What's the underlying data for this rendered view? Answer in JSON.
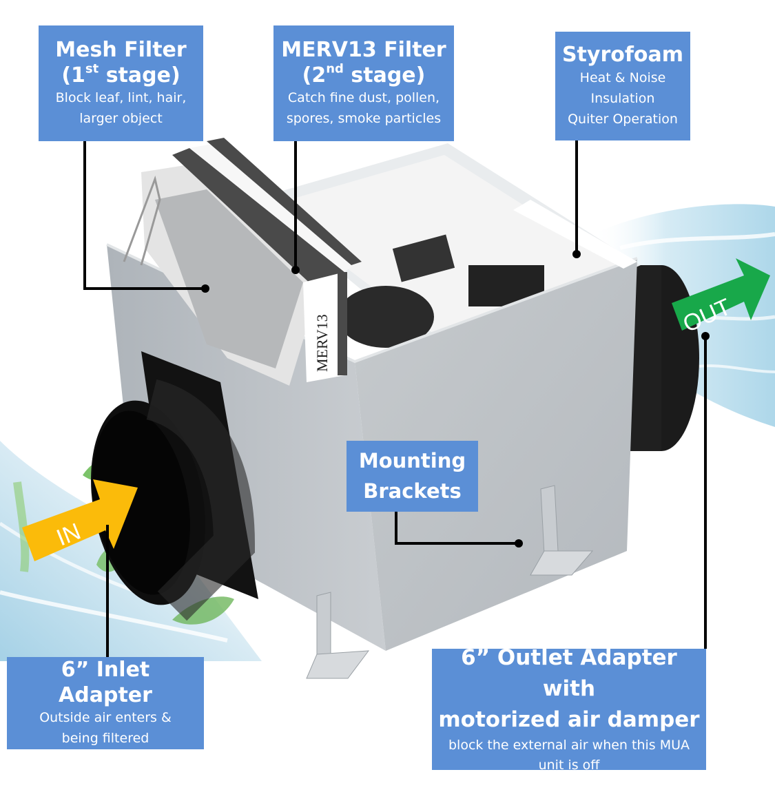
{
  "diagram": {
    "subject": "Make-up air (MUA) inline fan unit with two-stage filtration",
    "colors": {
      "callout_bg": "#5b8fd6",
      "callout_text": "#ffffff",
      "leader_line": "#000000",
      "in_arrow": "#fbbb0a",
      "out_arrow": "#18a84a",
      "housing": "#b9bec3",
      "duct": "#151515",
      "air_swirl": "#bfe0ef"
    }
  },
  "callouts": {
    "mesh_filter": {
      "title_line1": "Mesh Filter",
      "title_prefix": "(1",
      "title_sup": "st",
      "title_suffix": " stage)",
      "desc_line1": "Block leaf, lint, hair,",
      "desc_line2": "larger object"
    },
    "merv13_filter": {
      "title_line1": "MERV13 Filter",
      "title_prefix": "(2",
      "title_sup": "nd",
      "title_suffix": " stage)",
      "desc_line1": "Catch fine dust, pollen,",
      "desc_line2": "spores, smoke particles"
    },
    "styrofoam": {
      "title": "Styrofoam",
      "desc_line1": "Heat & Noise",
      "desc_line2": "Insulation",
      "desc_line3": "Quiter Operation"
    },
    "mounting_brackets": {
      "title_line1": "Mounting",
      "title_line2": "Brackets"
    },
    "inlet_adapter": {
      "title": "6” Inlet Adapter",
      "desc_line1": "Outside air enters &",
      "desc_line2": "being filtered"
    },
    "outlet_adapter": {
      "title_line1": "6” Outlet Adapter with",
      "title_line2": "motorized air damper",
      "desc_line1": "block the external air when this MUA",
      "desc_line2": "unit is off"
    }
  },
  "arrows": {
    "in": {
      "label": "IN",
      "color": "#fbbb0a"
    },
    "out": {
      "label": "OUT",
      "color": "#18a84a"
    }
  },
  "product_marking": {
    "filter_label": "MERV13"
  }
}
